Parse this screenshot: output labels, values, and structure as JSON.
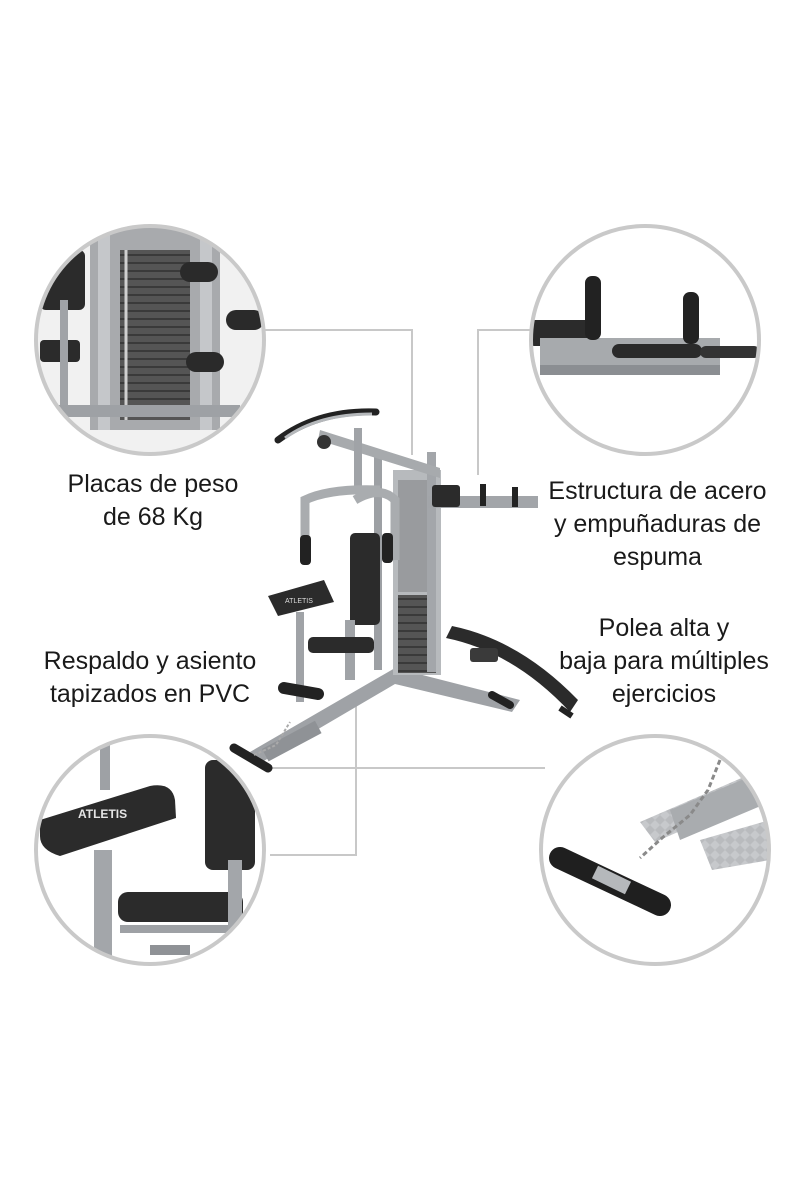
{
  "brand": {
    "logo_text": "ATLETIS"
  },
  "captions": {
    "weight_plates": [
      "Placas de peso",
      "de 68 Kg"
    ],
    "steel_structure": [
      "Estructura de acero",
      "y empuñaduras de",
      "espuma"
    ],
    "pulleys": [
      "Polea alta y",
      "baja para múltiples",
      "ejercicios"
    ],
    "upholstery": [
      "Respaldo y asiento",
      "tapizados en PVC"
    ]
  },
  "colors": {
    "frame": "#a9acaf",
    "frame_dark": "#7d8084",
    "pad": "#2b2b2b",
    "leader_line": "#c8c8c8",
    "circle_border": "#c9c9c9",
    "text": "#1a1a1a"
  }
}
